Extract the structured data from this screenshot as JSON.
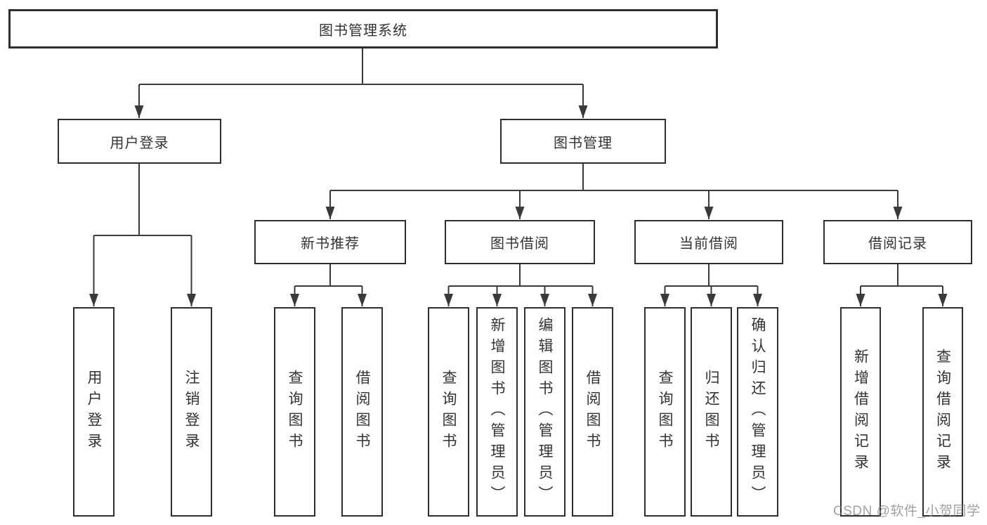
{
  "diagram": {
    "root": {
      "label": "图书管理系统"
    },
    "branches": [
      {
        "label": "用户登录",
        "children": [
          {
            "label": "用户登录"
          },
          {
            "label": "注销登录"
          }
        ]
      },
      {
        "label": "图书管理",
        "groups": [
          {
            "label": "新书推荐",
            "children": [
              {
                "label": "查询图书"
              },
              {
                "label": "借阅图书"
              }
            ]
          },
          {
            "label": "图书借阅",
            "children": [
              {
                "label": "查询图书"
              },
              {
                "label": "新增图书（管理员）"
              },
              {
                "label": "编辑图书（管理员）"
              },
              {
                "label": "借阅图书"
              }
            ]
          },
          {
            "label": "当前借阅",
            "children": [
              {
                "label": "查询图书"
              },
              {
                "label": "归还图书"
              },
              {
                "label": "确认归还（管理员）"
              }
            ]
          },
          {
            "label": "借阅记录",
            "children": [
              {
                "label": "新增借阅记录"
              },
              {
                "label": "查询借阅记录"
              }
            ]
          }
        ]
      }
    ]
  },
  "watermark": {
    "text": "CSDN @软件_小贺同学"
  },
  "colors": {
    "line": "#3a3a3a",
    "border": "#2e2e2e",
    "text": "#333333",
    "background": "#ffffff"
  }
}
